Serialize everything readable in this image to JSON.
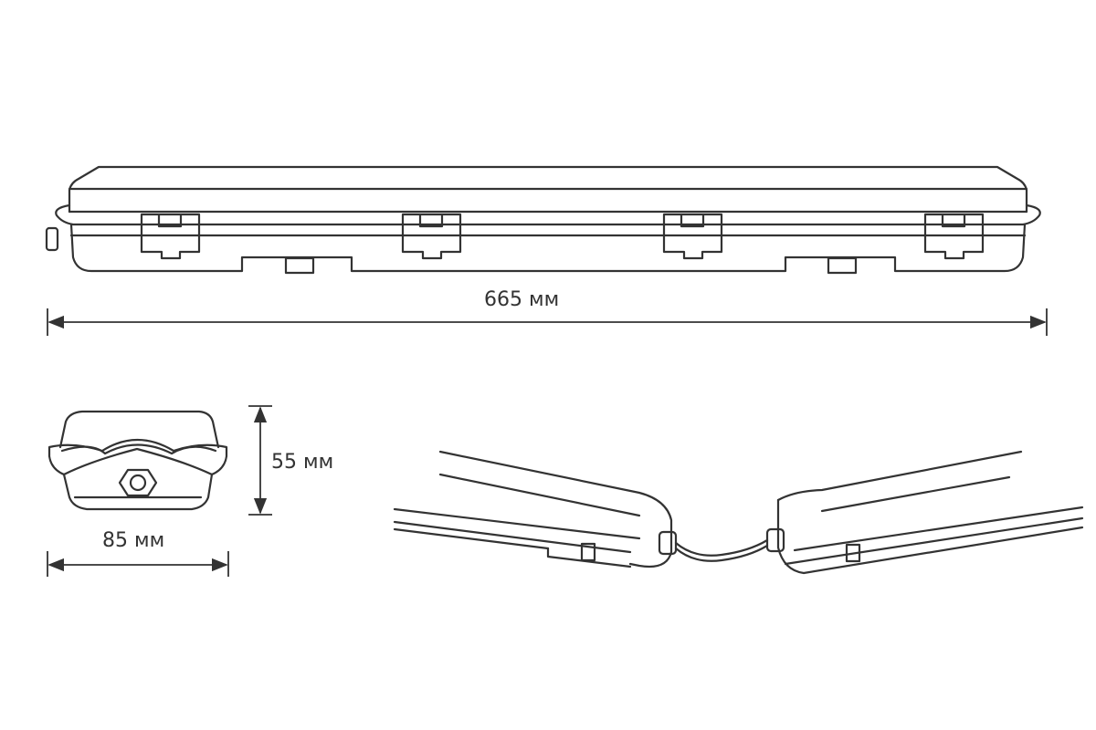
{
  "dimensions": {
    "length": "665 мм",
    "height": "55 мм",
    "width": "85 мм"
  },
  "colors": {
    "line": "#333333",
    "background": "#ffffff"
  }
}
